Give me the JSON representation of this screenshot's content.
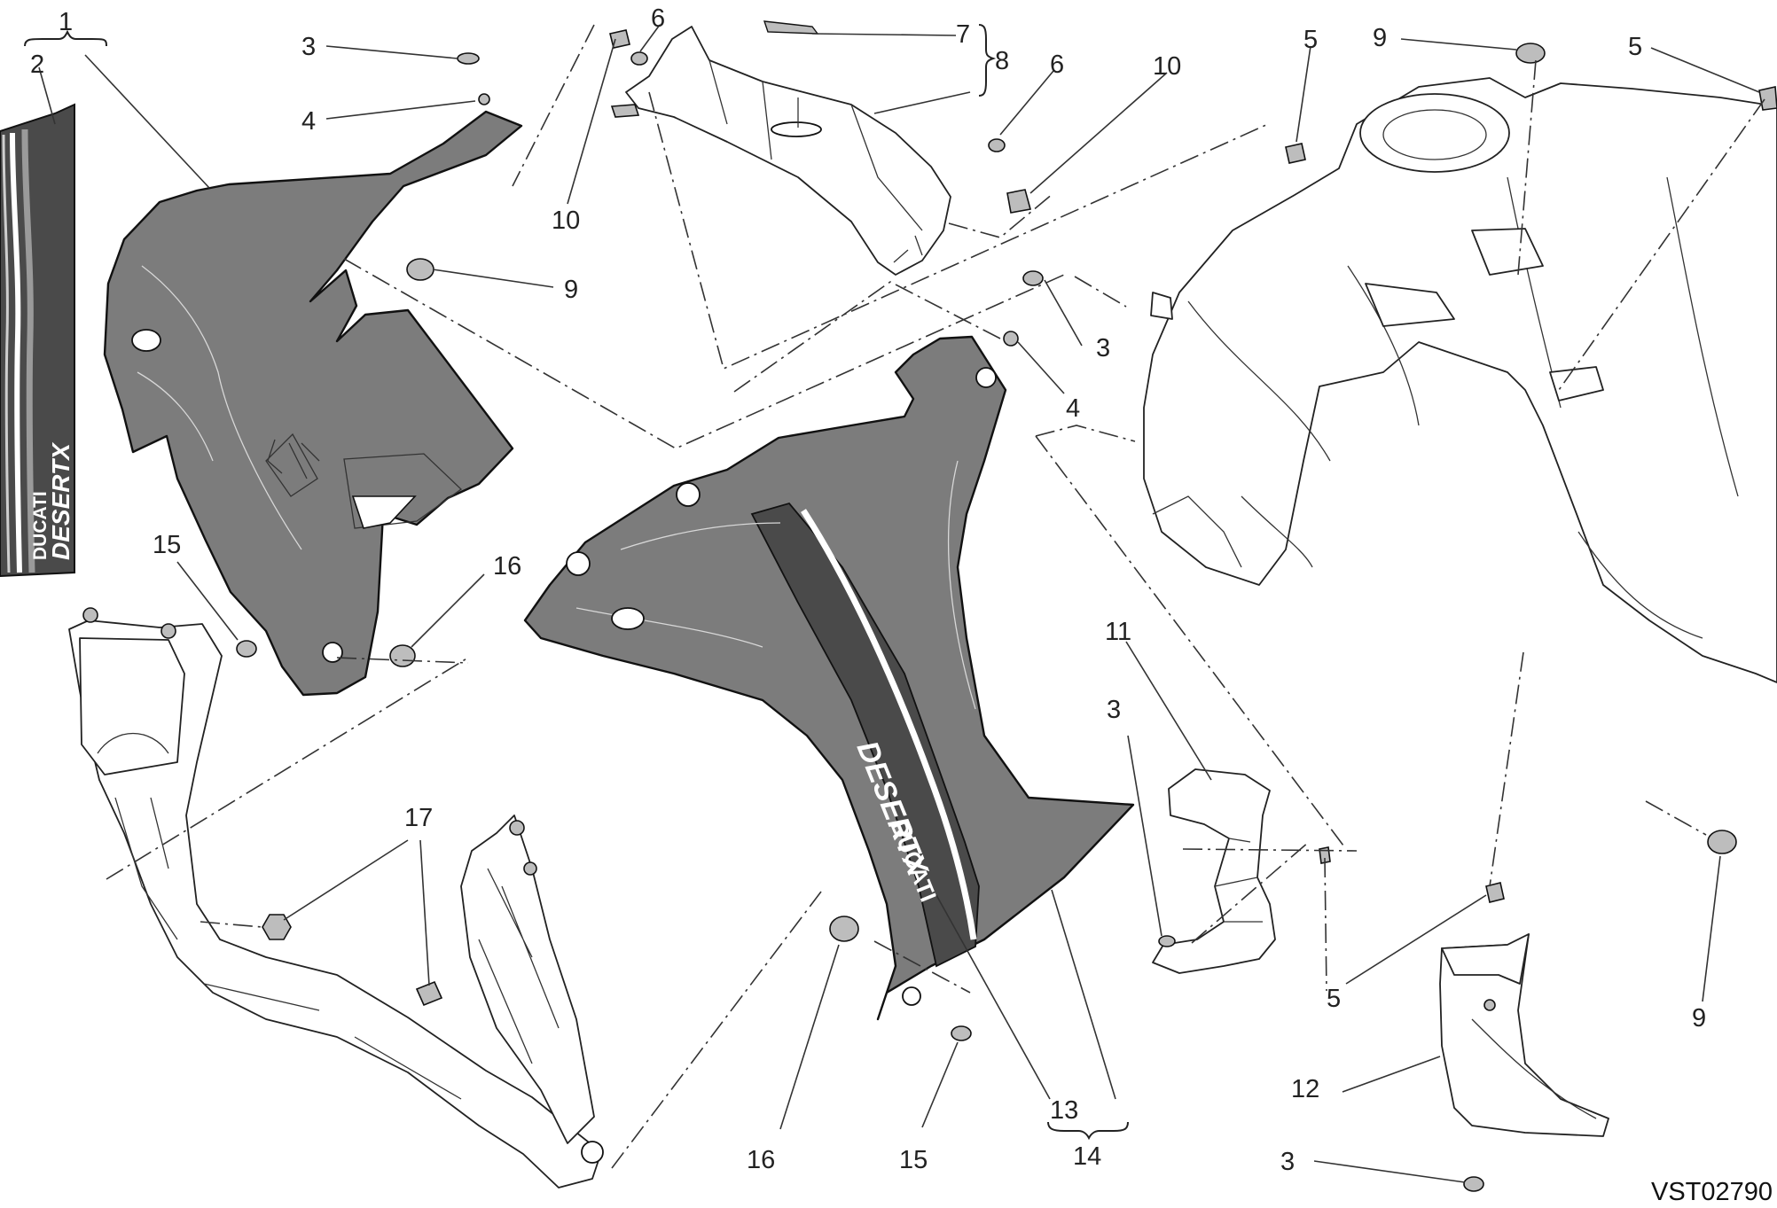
{
  "diagram": {
    "drawing_code": "VST02790",
    "decal": {
      "brand": "DUCATI",
      "model": "DESERTX"
    },
    "callouts": [
      {
        "id": "c1a",
        "label": "1"
      },
      {
        "id": "c2a",
        "label": "2"
      },
      {
        "id": "c3a",
        "label": "3"
      },
      {
        "id": "c4a",
        "label": "4"
      },
      {
        "id": "c6a",
        "label": "6"
      },
      {
        "id": "c7a",
        "label": "7"
      },
      {
        "id": "c8a",
        "label": "8"
      },
      {
        "id": "c6b",
        "label": "6"
      },
      {
        "id": "c10a",
        "label": "10"
      },
      {
        "id": "c10b",
        "label": "10"
      },
      {
        "id": "c9a",
        "label": "9"
      },
      {
        "id": "c5a",
        "label": "5"
      },
      {
        "id": "c9b",
        "label": "9"
      },
      {
        "id": "c5b",
        "label": "5"
      },
      {
        "id": "c3b",
        "label": "3"
      },
      {
        "id": "c4b",
        "label": "4"
      },
      {
        "id": "c15a",
        "label": "15"
      },
      {
        "id": "c16a",
        "label": "16"
      },
      {
        "id": "c11a",
        "label": "11"
      },
      {
        "id": "c3c",
        "label": "3"
      },
      {
        "id": "c17a",
        "label": "17"
      },
      {
        "id": "c5c",
        "label": "5"
      },
      {
        "id": "c9c",
        "label": "9"
      },
      {
        "id": "c12a",
        "label": "12"
      },
      {
        "id": "c3d",
        "label": "3"
      },
      {
        "id": "c16b",
        "label": "16"
      },
      {
        "id": "c15b",
        "label": "15"
      },
      {
        "id": "c13a",
        "label": "13"
      },
      {
        "id": "c14a",
        "label": "14"
      }
    ]
  }
}
